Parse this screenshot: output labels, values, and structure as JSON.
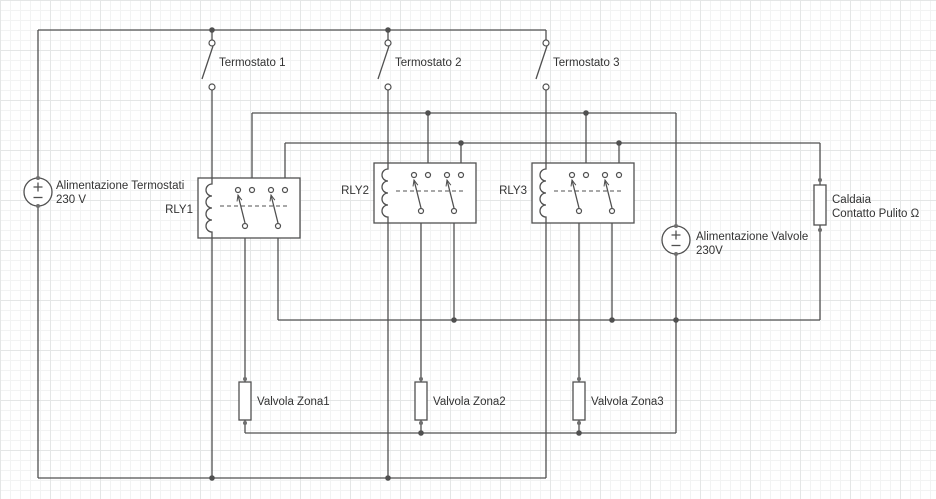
{
  "diagram": {
    "source_thermostats": {
      "line1": "Alimentazione Termostati",
      "line2": "230 V"
    },
    "source_valves": {
      "line1": "Alimentazione Valvole",
      "line2": "230V"
    },
    "thermostats": [
      {
        "label": "Termostato 1"
      },
      {
        "label": "Termostato 2"
      },
      {
        "label": "Termostato 3"
      }
    ],
    "relays": [
      {
        "label": "RLY1"
      },
      {
        "label": "RLY2"
      },
      {
        "label": "RLY3"
      }
    ],
    "valves": [
      {
        "label": "Valvola Zona1"
      },
      {
        "label": "Valvola Zona2"
      },
      {
        "label": "Valvola Zona3"
      }
    ],
    "boiler": {
      "line1": "Caldaia",
      "line2": "Contatto Pulito Ω"
    },
    "colors": {
      "wire": "#505050",
      "text": "#333333",
      "background": "#ffffff",
      "grid_minor": "#f2f3f3",
      "grid_major": "#e4e6e6"
    }
  }
}
